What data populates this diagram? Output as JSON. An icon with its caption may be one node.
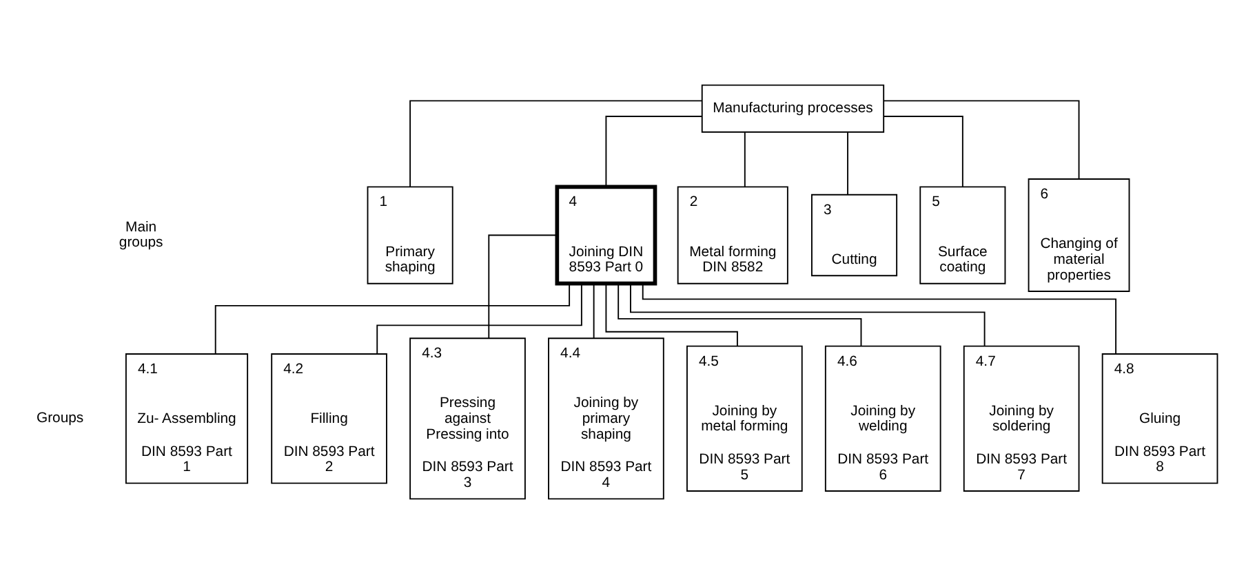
{
  "diagram": {
    "nodes": [
      {
        "text": [
          "Manufacturing processes"
        ]
      },
      {
        "text": [
          "1",
          "Primary shaping"
        ]
      },
      {
        "text": [
          "2",
          "Metal forming DIN 8582"
        ]
      },
      {
        "text": [
          "3",
          "Cutting"
        ]
      },
      {
        "text": [
          "4",
          "Joining DIN 8593 Part 0"
        ]
      },
      {
        "text": [
          "5",
          "Surface coating"
        ]
      },
      {
        "text": [
          "6",
          "Changing of material properties"
        ]
      },
      {
        "text": [
          "4.1",
          "Zu- Assembling",
          "DIN 8593 Part 1"
        ]
      },
      {
        "text": [
          "4.2",
          "Filling",
          "DIN 8593 Part 2"
        ]
      },
      {
        "text": [
          "4.3",
          "Pressing against Pressing into",
          "DIN 8593 Part 3"
        ]
      },
      {
        "text": [
          "4.4",
          "Joining by primary shaping",
          "DIN 8593 Part 4"
        ]
      },
      {
        "text": [
          "4.5",
          "Joining by metal forming",
          "DIN 8593 Part 5"
        ]
      },
      {
        "text": [
          "4.6",
          "Joining by welding",
          "DIN 8593 Part 6"
        ]
      },
      {
        "text": [
          "4.7",
          "Joining by soldering",
          "DIN 8593 Part 7"
        ]
      },
      {
        "text": [
          "4.8",
          "Gluing",
          "DIN 8593 Part 8"
        ]
      }
    ],
    "edges": [
      {
        "from": 0,
        "to": 1,
        "arrow": "none"
      },
      {
        "from": 0,
        "to": 2,
        "arrow": "none"
      },
      {
        "from": 0,
        "to": 3,
        "arrow": "none"
      },
      {
        "from": 0,
        "to": 4,
        "arrow": "none"
      },
      {
        "from": 0,
        "to": 5,
        "arrow": "none"
      },
      {
        "from": 0,
        "to": 6,
        "arrow": "none"
      },
      {
        "from": 4,
        "to": 7,
        "arrow": "none"
      },
      {
        "from": 4,
        "to": 8,
        "arrow": "none"
      },
      {
        "from": 4,
        "to": 9,
        "arrow": "none"
      },
      {
        "from": 4,
        "to": 10,
        "arrow": "none"
      },
      {
        "from": 4,
        "to": 11,
        "arrow": "none"
      },
      {
        "from": 4,
        "to": 12,
        "arrow": "none"
      },
      {
        "from": 4,
        "to": 13,
        "arrow": "none"
      },
      {
        "from": 4,
        "to": 14,
        "arrow": "none"
      }
    ],
    "labels": [
      "Main groups",
      "Groups"
    ]
  }
}
